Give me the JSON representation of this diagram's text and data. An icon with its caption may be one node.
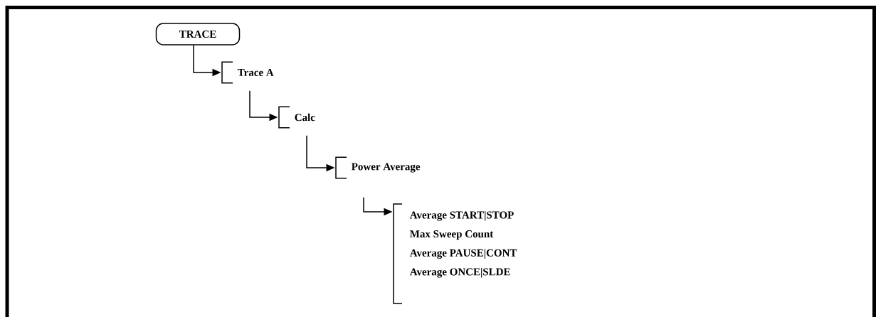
{
  "diagram": {
    "nodes": [
      {
        "text": [
          "TRACE"
        ]
      },
      {
        "text": [
          "Trace A"
        ]
      },
      {
        "text": [
          "Calc"
        ]
      },
      {
        "text": [
          "Power Average"
        ]
      },
      {
        "text": [
          "Average START|STOP",
          "Max Sweep Count",
          "Average PAUSE|CONT",
          "Average ONCE|SLDE"
        ]
      }
    ],
    "edges": [
      {
        "from": 0,
        "to": 1,
        "arrow": "to"
      },
      {
        "from": 1,
        "to": 2,
        "arrow": "to"
      },
      {
        "from": 2,
        "to": 3,
        "arrow": "to"
      },
      {
        "from": 3,
        "to": 4,
        "arrow": "to"
      }
    ]
  }
}
